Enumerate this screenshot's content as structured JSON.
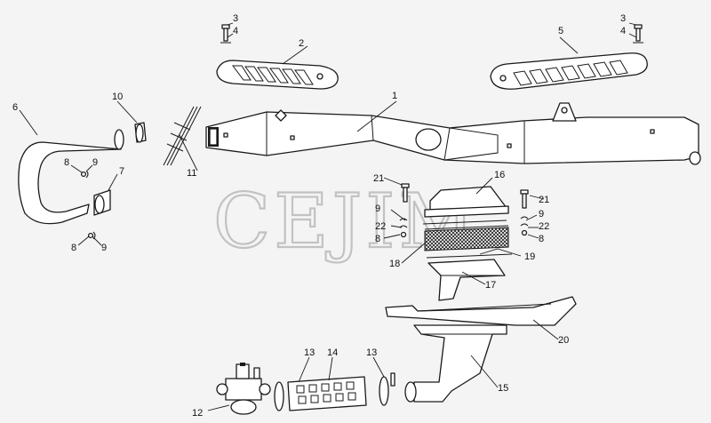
{
  "watermark": "CEJIM",
  "callouts": [
    "1",
    "2",
    "3",
    "3",
    "4",
    "4",
    "5",
    "6",
    "7",
    "8",
    "8",
    "8",
    "8",
    "9",
    "9",
    "9",
    "9",
    "10",
    "11",
    "12",
    "13",
    "13",
    "14",
    "15",
    "16",
    "17",
    "18",
    "19",
    "20",
    "21",
    "21",
    "22",
    "22"
  ]
}
